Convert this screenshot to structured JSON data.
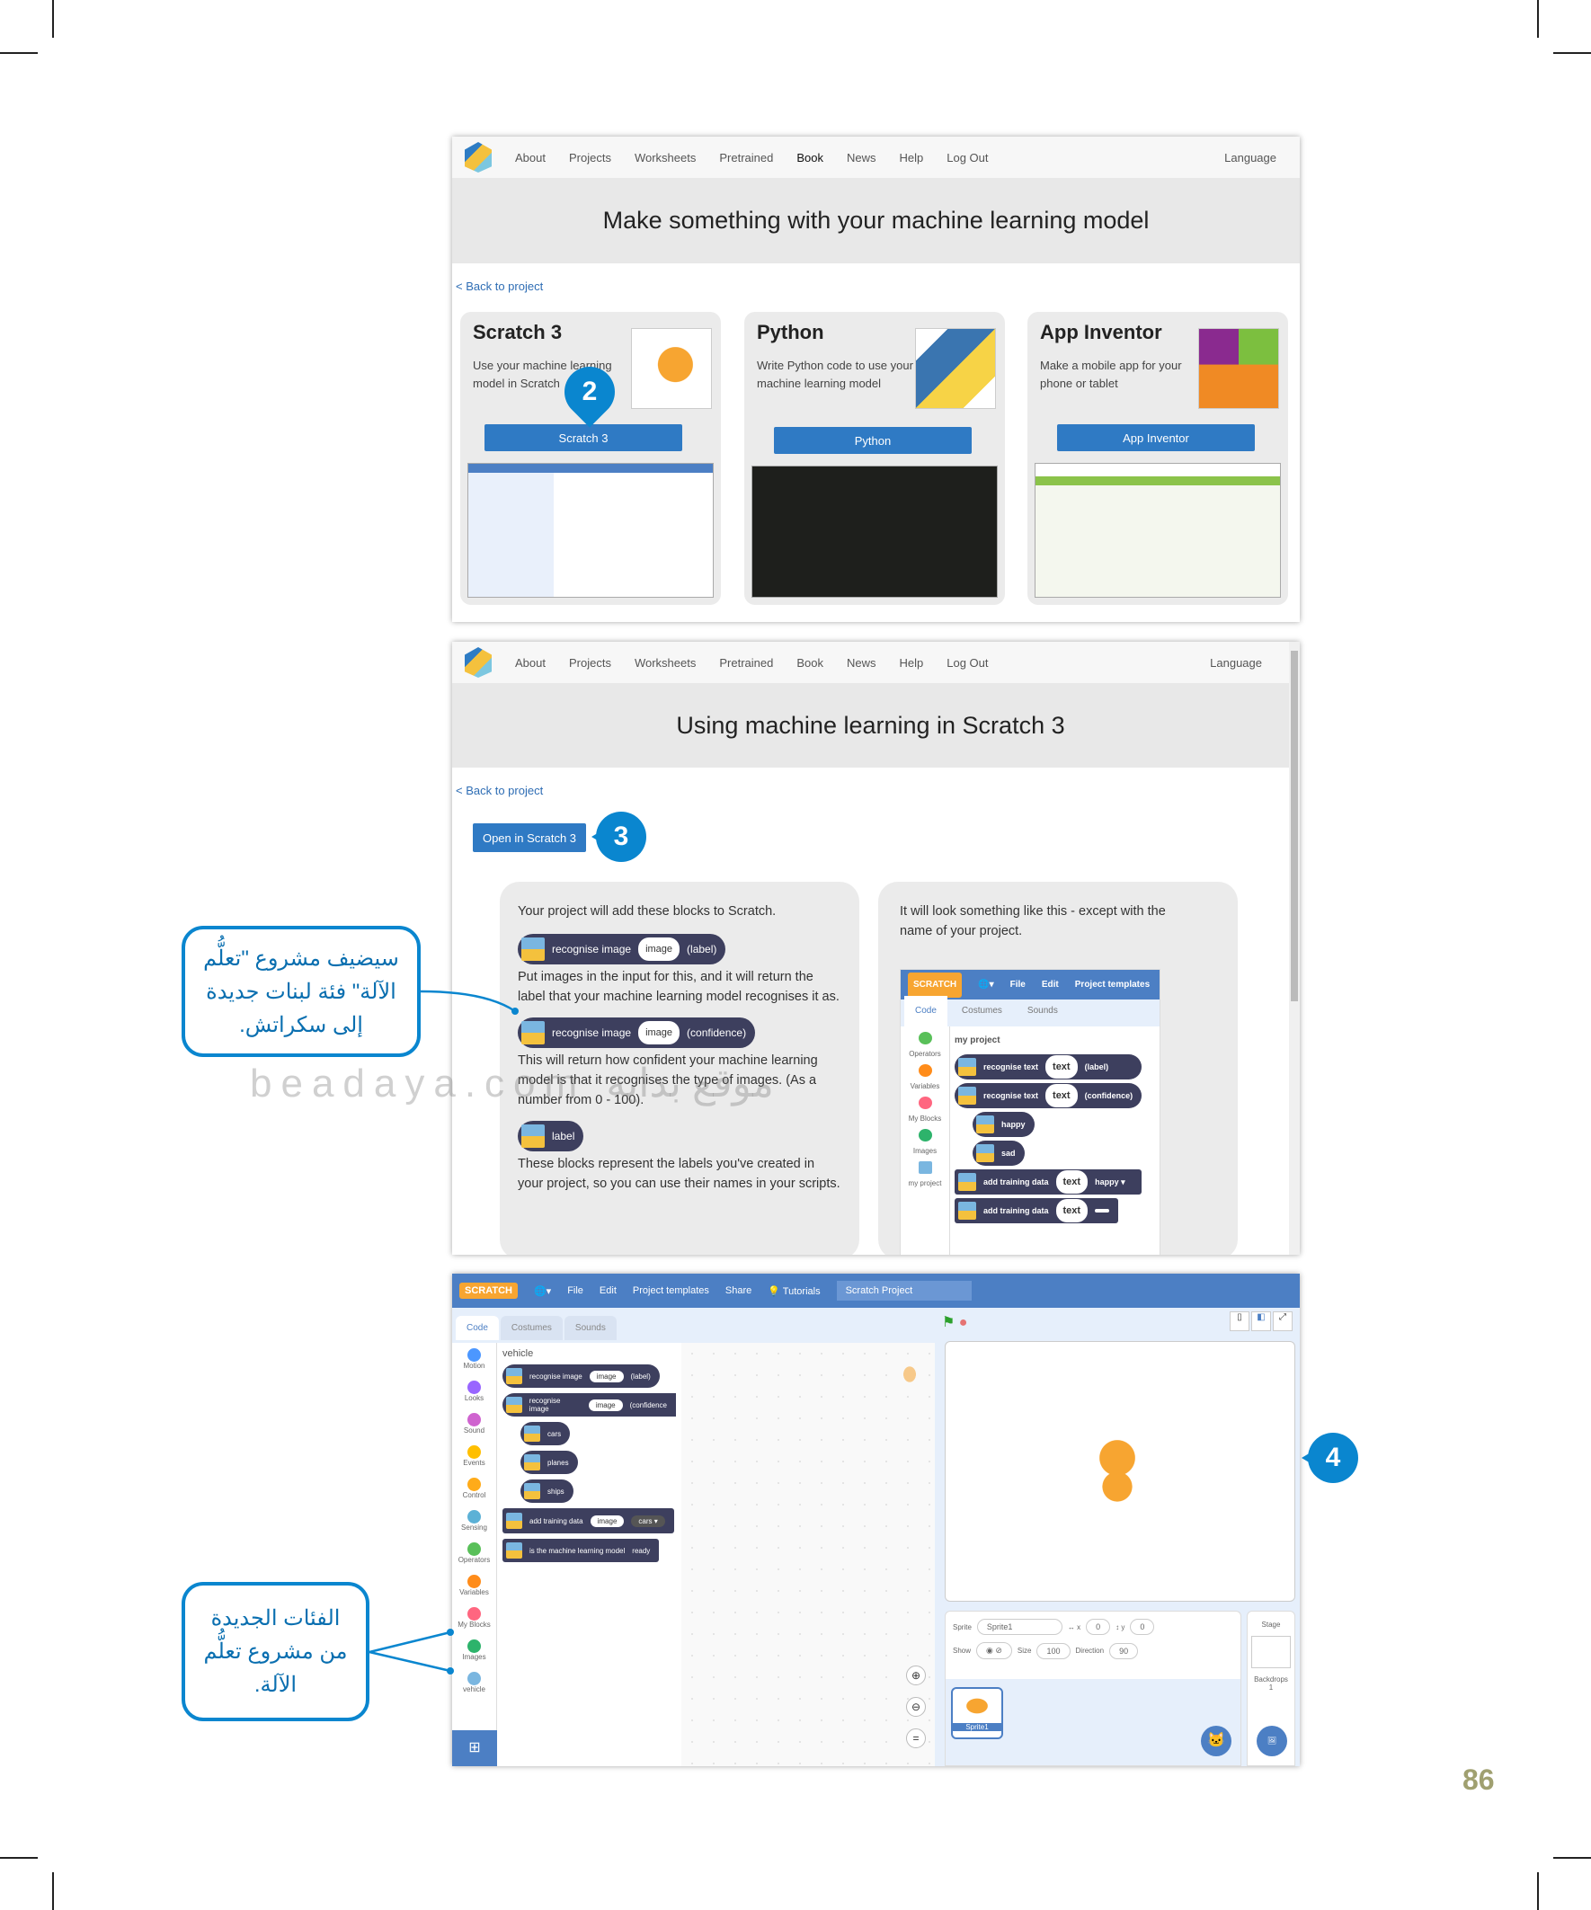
{
  "nav": {
    "items": [
      "About",
      "Projects",
      "Worksheets",
      "Pretrained",
      "Book",
      "News",
      "Help",
      "Log Out"
    ],
    "language": "Language"
  },
  "panel1": {
    "title": "Make something with your machine learning model",
    "back": "< Back to project",
    "cards": [
      {
        "title": "Scratch 3",
        "desc": "Use your machine learning model in Scratch",
        "button": "Scratch 3"
      },
      {
        "title": "Python",
        "desc": "Write Python code to use your machine learning model",
        "button": "Python"
      },
      {
        "title": "App Inventor",
        "desc": "Make a mobile app for your phone or tablet",
        "button": "App Inventor"
      }
    ]
  },
  "panel2": {
    "title": "Using machine learning in Scratch 3",
    "back": "< Back to project",
    "open_button": "Open in Scratch 3",
    "left": {
      "intro": "Your project will add these blocks to Scratch.",
      "block1": {
        "text": "recognise image",
        "input": "image",
        "out": "(label)"
      },
      "desc1": "Put images in the input for this, and it will return the label that your machine learning model recognises it as.",
      "block2": {
        "text": "recognise image",
        "input": "image",
        "out": "(confidence)"
      },
      "desc2": "This will return how confident your machine learning model is that it recognises the type of images. (As a number from 0 - 100).",
      "block3": "label",
      "desc3": "These blocks represent the labels you've created in your project, so you can use their names in your scripts."
    },
    "right": {
      "intro": "It will look something like this - except with the name of your project.",
      "menu": [
        "File",
        "Edit",
        "Project templates"
      ],
      "tabs": [
        "Code",
        "Costumes",
        "Sounds"
      ],
      "categories": [
        "Operators",
        "Variables",
        "My Blocks",
        "Images",
        "my project"
      ],
      "project": "my project",
      "blocks": [
        {
          "text": "recognise text",
          "input": "text",
          "out": "(label)"
        },
        {
          "text": "recognise text",
          "input": "text",
          "out": "(confidence)"
        },
        {
          "text": "happy"
        },
        {
          "text": "sad"
        },
        {
          "text": "add training data",
          "input": "text",
          "out": "happy ▾"
        },
        {
          "text": "add training data",
          "input": "text",
          "out": ""
        }
      ]
    }
  },
  "panel3": {
    "logo": "SCRATCH",
    "menu": [
      "File",
      "Edit",
      "Project templates",
      "Share",
      "Tutorials"
    ],
    "project_title": "Scratch Project",
    "tabs": [
      "Code",
      "Costumes",
      "Sounds"
    ],
    "categories": [
      {
        "n": "Motion",
        "c": "#4c97ff"
      },
      {
        "n": "Looks",
        "c": "#9966ff"
      },
      {
        "n": "Sound",
        "c": "#cf63cf"
      },
      {
        "n": "Events",
        "c": "#ffbf00"
      },
      {
        "n": "Control",
        "c": "#ffab19"
      },
      {
        "n": "Sensing",
        "c": "#5cb1d6"
      },
      {
        "n": "Operators",
        "c": "#59c059"
      },
      {
        "n": "Variables",
        "c": "#ff8c1a"
      },
      {
        "n": "My Blocks",
        "c": "#ff6680"
      },
      {
        "n": "Images",
        "c": "#2db36b"
      },
      {
        "n": "vehicle",
        "c": "#7ab6e0"
      }
    ],
    "palette_title": "vehicle",
    "blocks": {
      "b1": "recognise image",
      "b1in": "image",
      "b1out": "(label)",
      "b2": "recognise image",
      "b2in": "image",
      "b2out": "(confidence",
      "l1": "cars",
      "l2": "planes",
      "l3": "ships",
      "b3": "add training data",
      "b3in": "image",
      "b3out": "cars ▾",
      "b4": "is the machine learning model",
      "b4out": "ready"
    },
    "sprite": {
      "label": "Sprite",
      "name": "Sprite1",
      "x_label": "x",
      "x": "0",
      "y_label": "y",
      "y": "0",
      "show": "Show",
      "size_label": "Size",
      "size": "100",
      "dir_label": "Direction",
      "dir": "90",
      "thumb": "Sprite1"
    },
    "stage": {
      "label": "Stage",
      "backdrops": "Backdrops",
      "count": "1"
    }
  },
  "badges": [
    "2",
    "3",
    "4"
  ],
  "callouts": [
    "سيضيف مشروع \"تعلُّم الآلة\" فئة لبنات جديدة إلى سكراتش.",
    "الفئات الجديدة من مشروع تعلُّم الآلة."
  ],
  "watermark": "beadaya.com موقع بداية",
  "page_number": "86",
  "colors": {
    "accent": "#0a86cf",
    "button": "#2f7ac4",
    "scratch_header": "#4c7fc4",
    "block": "#3d3f5e"
  }
}
